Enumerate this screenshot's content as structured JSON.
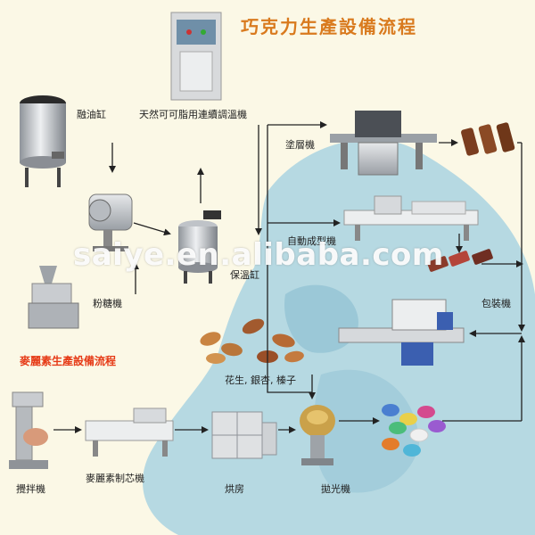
{
  "title": "巧克力生產設備流程",
  "subtitle": "麥麗素生產設備流程",
  "watermark": "saiye.en.alibaba.com",
  "colors": {
    "background": "#fbf8e6",
    "blob": "#a9d3e0",
    "arrow": "#222222",
    "title": "#d97a1e",
    "subtitle": "#e63a16"
  },
  "labels": {
    "melting_tank": "融油缸",
    "tempering_machine": "天然可可脂用連續調溫機",
    "coating_machine": "塗層機",
    "automatic_machine": "自動成型機",
    "holding_tank": "保溫缸",
    "sugar_mill": "粉糖機",
    "packing_machine": "包裝機",
    "nuts": "花生, 銀杏, 榛子",
    "mixer": "攪拌機",
    "core_machine": "麥麗素制芯機",
    "drying_room": "烘房",
    "polishing_machine": "拋光機"
  },
  "icons": [
    "melting-tank-icon",
    "tempering-cabinet-icon",
    "conche-icon",
    "holding-tank-icon",
    "sugar-mill-icon",
    "coating-line-icon",
    "bars-product-icon",
    "forming-line-icon",
    "wrapped-bars-icon",
    "flow-wrapper-icon",
    "nuts-icon",
    "mixer-icon",
    "core-belt-icon",
    "drying-room-icon",
    "polishing-pan-icon",
    "candies-icon"
  ]
}
